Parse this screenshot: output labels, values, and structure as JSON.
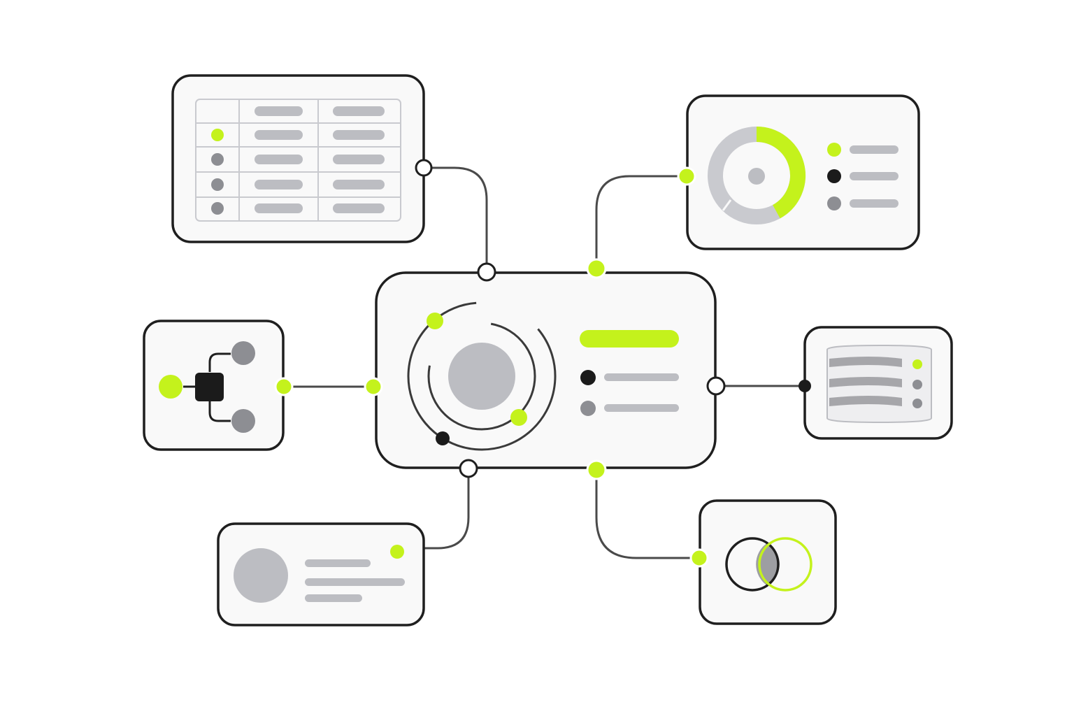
{
  "colors": {
    "background": "#ffffff",
    "panel_fill": "#f9f9f9",
    "outline": "#1f1f1f",
    "connector": "#4a4a4a",
    "accent": "#c4f21c",
    "placeholder": "#bcbdc2",
    "placeholder_dark": "#8d8e93",
    "node_dark": "#1b1b1b",
    "ring_track": "#c9cacf"
  },
  "icons": {
    "table_panel": "table-grid-icon",
    "donut_panel": "donut-chart-icon",
    "hierarchy_panel": "hierarchy-tree-icon",
    "database_panel": "database-stack-icon",
    "profile_panel": "user-avatar-icon",
    "venn_panel": "venn-diagram-icon",
    "hub_panel": "orbit-hub-icon"
  },
  "donut_chart": {
    "accent_fraction": 0.42,
    "legend_markers": [
      "accent",
      "dark",
      "grey"
    ]
  },
  "table_rows": [
    {
      "marker": "none"
    },
    {
      "marker": "accent"
    },
    {
      "marker": "grey"
    },
    {
      "marker": "grey"
    },
    {
      "marker": "grey"
    }
  ],
  "database_layers": [
    {
      "marker": "accent"
    },
    {
      "marker": "grey"
    },
    {
      "marker": "grey"
    }
  ]
}
